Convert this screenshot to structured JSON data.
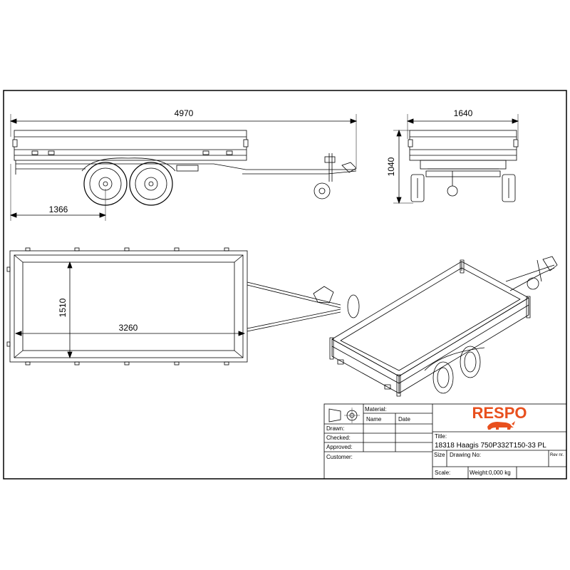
{
  "dimensions": {
    "overall_length": "4970",
    "overall_width": "1640",
    "overall_height": "1040",
    "axle_position": "1366",
    "inner_width": "1510",
    "inner_length": "3260"
  },
  "title_block": {
    "material_label": "Material:",
    "name_label": "Name",
    "date_label": "Date",
    "drawn_label": "Drawn:",
    "checked_label": "Checked:",
    "approved_label": "Approved:",
    "customer_label": "Customer:",
    "title_label": "Title:",
    "title_value": "18318 Haagis 750P332T150-33 PL",
    "size_label": "Size",
    "drawing_no_label": "Drawing No:",
    "rev_label": "Rev nr.",
    "scale_label": "Scale:",
    "weight_label": "Weight:0,000 kg"
  },
  "logo": {
    "text": "RESPO",
    "color": "#e8501e"
  }
}
